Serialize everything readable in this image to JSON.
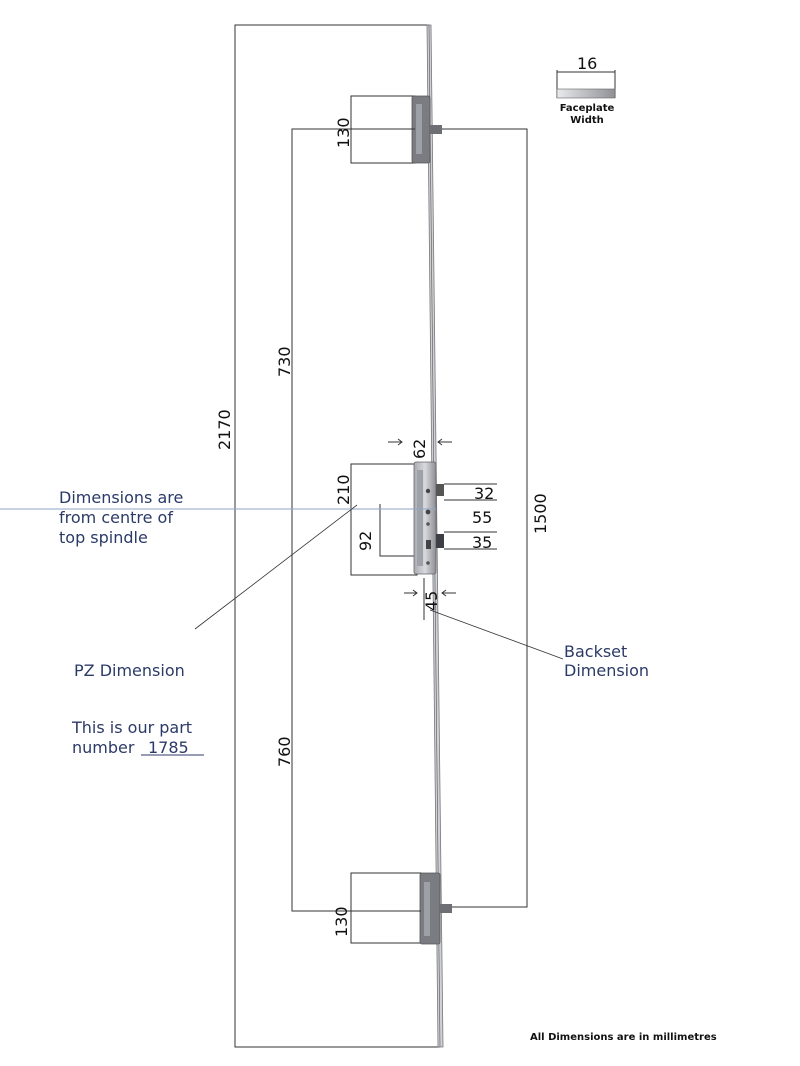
{
  "colors": {
    "line": "#333333",
    "note_text": "#2b3a67",
    "hardware_dark": "#7a7c82",
    "hardware_light": "#c9cbd0",
    "guide_line": "#8ea6c8"
  },
  "dimensions": {
    "overall_height": "2170",
    "top_hook_height": "130",
    "top_to_centre": "730",
    "centre_to_bottom": "760",
    "bottom_hook_height": "130",
    "hook_span": "1500",
    "gearbox_height": "210",
    "pz": "92",
    "faceplate_offset": "62",
    "backset": "45",
    "latch_gap": "32",
    "spindle_to_cylinder": "55",
    "deadbolt_gap": "35",
    "faceplate_width": "16"
  },
  "legend": {
    "faceplate_label_line1": "Faceplate",
    "faceplate_label_line2": "Width"
  },
  "notes": {
    "centre_line1": "Dimensions are",
    "centre_line2": "from centre of",
    "centre_line3": "top spindle",
    "pz_label": "PZ Dimension",
    "backset_line1": "Backset",
    "backset_line2": "Dimension",
    "part_line1": "This is our part",
    "part_line2_prefix": "number",
    "part_number": "1785"
  },
  "footer": "All Dimensions are in millimetres"
}
